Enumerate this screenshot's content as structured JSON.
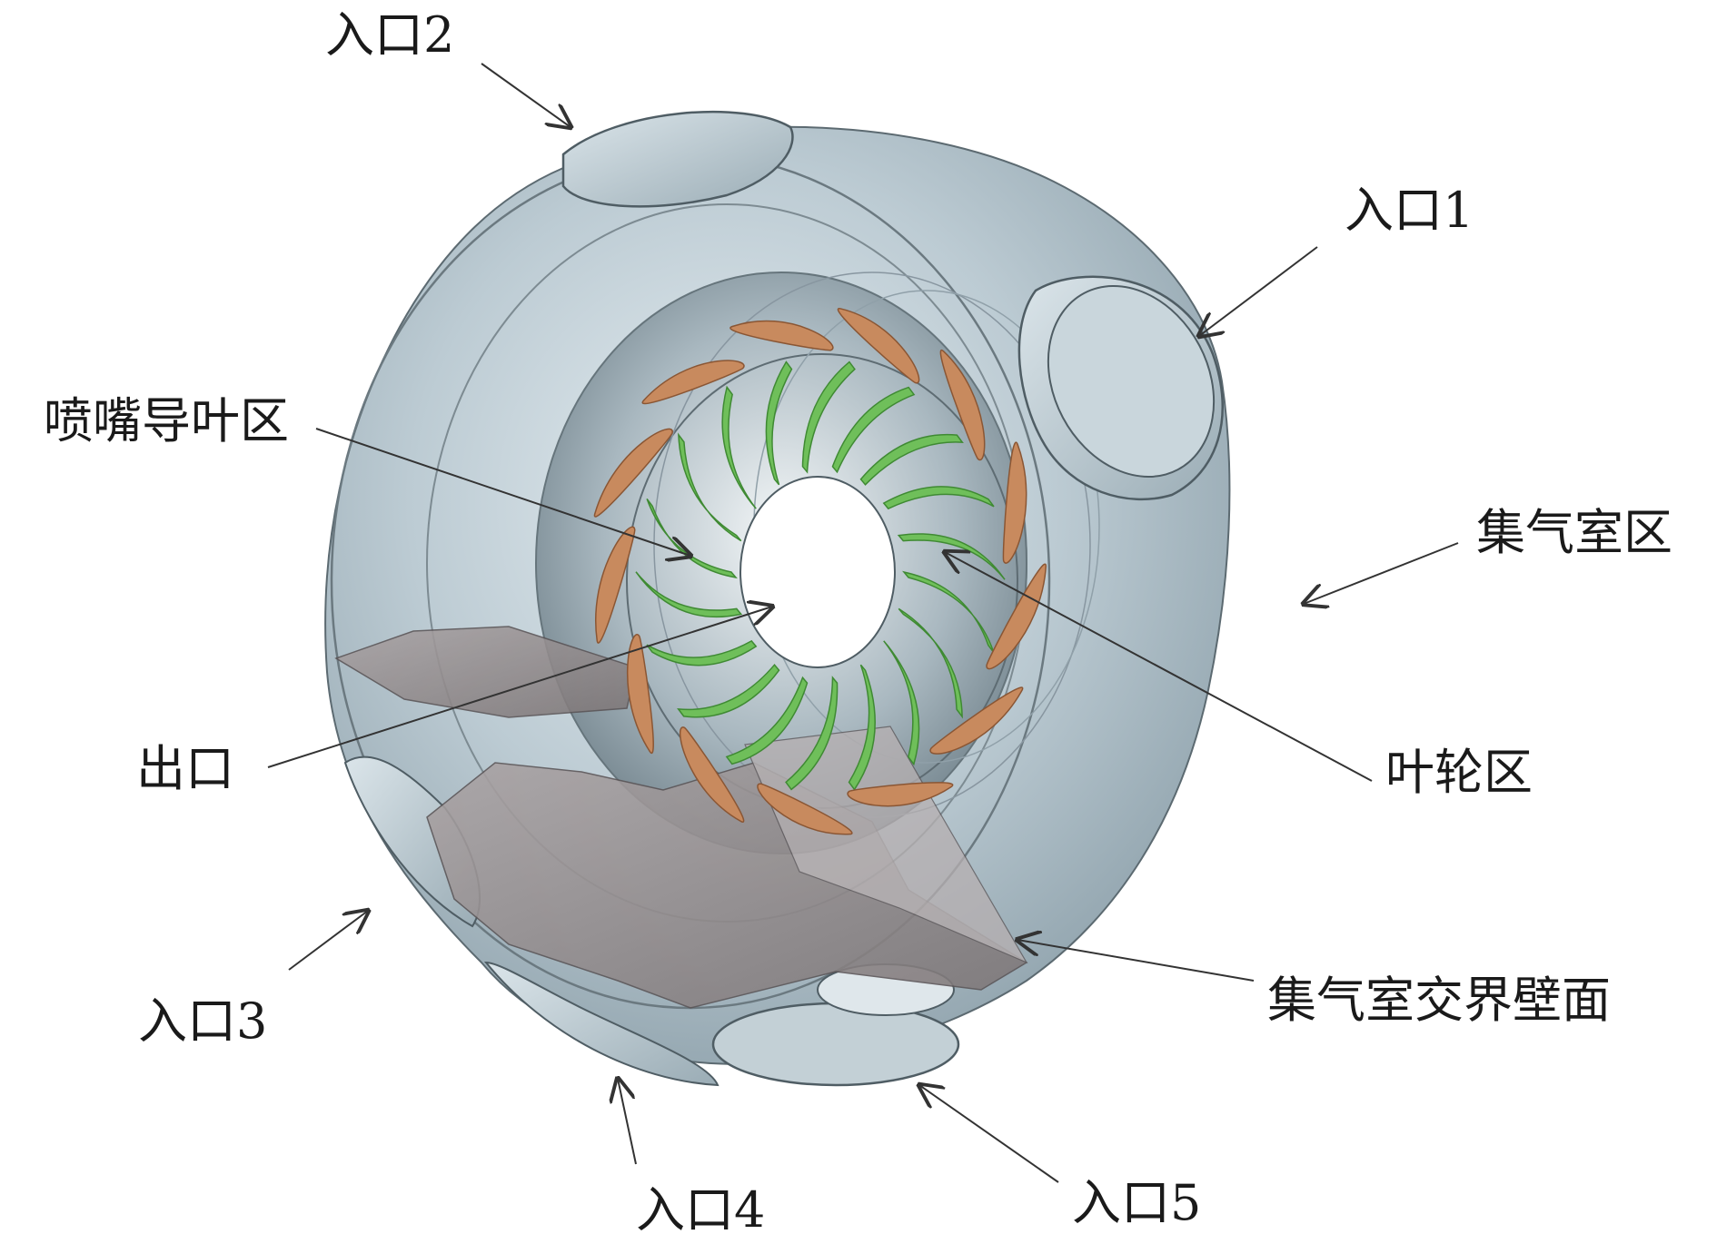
{
  "labels": {
    "inlet1": "入口1",
    "inlet2": "入口2",
    "inlet3": "入口3",
    "inlet4": "入口4",
    "inlet5": "入口5",
    "nozzle_vane_zone": "喷嘴导叶区",
    "plenum_zone": "集气室区",
    "outlet": "出口",
    "impeller_zone": "叶轮区",
    "plenum_interface_wall": "集气室交界壁面"
  },
  "colors": {
    "housing": "#b9c8d0",
    "housing_dark": "#7f929c",
    "nozzle_vane": "#c88a5e",
    "impeller_blade": "#6fbf5a",
    "interface_wall": "#8f8a8c"
  }
}
